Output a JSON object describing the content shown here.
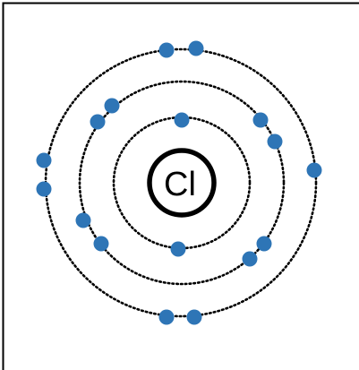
{
  "atom": {
    "symbol": "Cl",
    "electrons_per_shell": [
      2,
      8,
      7
    ]
  },
  "colors": {
    "electron": "#2e75b6",
    "orbit": "#000000",
    "nucleus_ring": "#000000",
    "border": "#000000"
  }
}
